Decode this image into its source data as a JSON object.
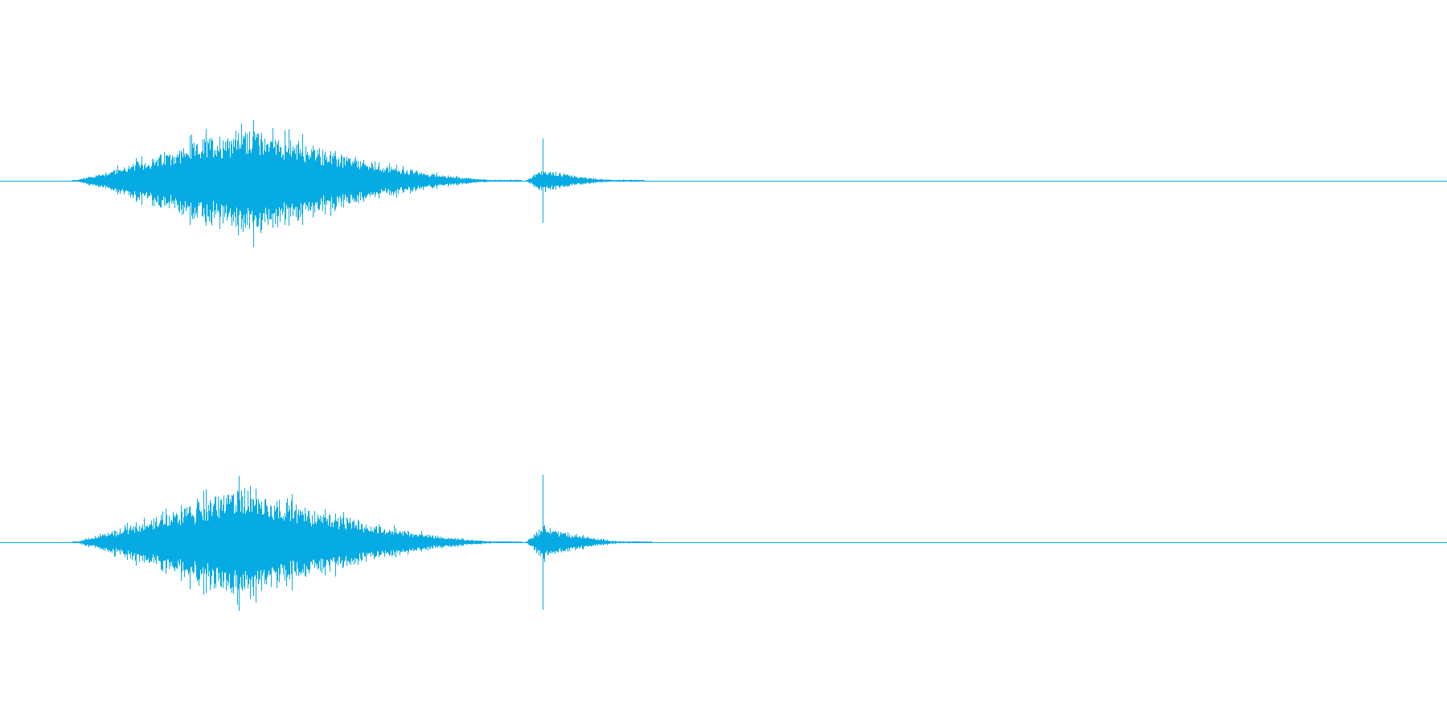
{
  "waveform": {
    "color": "#07abe3",
    "background": "#ffffff",
    "channels": [
      {
        "name": "",
        "burst": {
          "start": 0.05,
          "peak": 0.17,
          "end": 0.36,
          "amplitude": 0.6
        },
        "click": {
          "position": 0.375,
          "amplitude": 0.47,
          "decay_end": 0.445,
          "tail_amplitude": 0.12
        }
      },
      {
        "name": "",
        "burst": {
          "start": 0.05,
          "peak": 0.168,
          "end": 0.36,
          "amplitude": 0.6
        },
        "click": {
          "position": 0.375,
          "amplitude": 0.75,
          "decay_end": 0.45,
          "tail_amplitude": 0.18
        }
      }
    ]
  }
}
